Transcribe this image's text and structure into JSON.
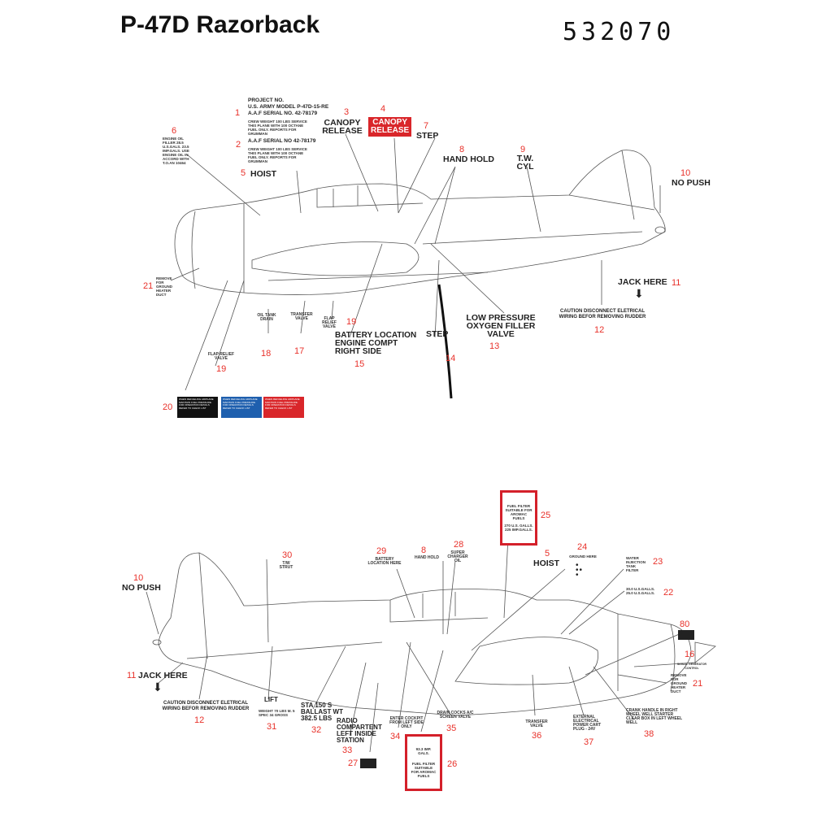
{
  "title": "P-47D Razorback",
  "code": "532070",
  "colors": {
    "accent_red": "#e8312a",
    "box_red": "#d4202a",
    "plate_black": "#111111",
    "plate_blue": "#1e5fae",
    "plate_red": "#d9262a"
  },
  "top_view": {
    "l1": {
      "num": "1",
      "line1": "PROJECT NO.",
      "line2": "U.S. ARMY MODEL P-47D-15-RE",
      "line3": "A.A.F SERIAL NO. 42-78179",
      "small": "CREW WEIGHT 100 LBS SERVICE THIS PLANE WITH 100 OCTANE FUEL ONLY. REPORTS FOR GRUMMAN"
    },
    "l2": {
      "num": "2",
      "line1": "A.A.F SERIAL NO  42-78179",
      "small": "CREW WEIGHT 100 LBS SERVICE THIS PLANE WITH 100 OCTANE FUEL ONLY. REPORTS FOR GRUMMAN"
    },
    "l3": {
      "num": "3",
      "text": "CANOPY RELEASE"
    },
    "l4": {
      "num": "4",
      "text": "CANOPY RELEASE"
    },
    "l5": {
      "num": "5",
      "text": "HOIST"
    },
    "l6": {
      "num": "6",
      "text": "ENGINE OIL FILLER 28.5 U.S.GALS. 23.5 IMP.GALS. USE ENGINE OIL IN ACCORD WITH T.O.AN 10464"
    },
    "l7": {
      "num": "7",
      "text": "STEP"
    },
    "l8": {
      "num": "8",
      "text": "HAND HOLD"
    },
    "l9": {
      "num": "9",
      "text": "T.W. CYL"
    },
    "l10": {
      "num": "10",
      "text": "NO PUSH"
    },
    "l11": {
      "num": "11",
      "text": "JACK HERE"
    },
    "l12": {
      "num": "12",
      "text": "CAUTION  DISCONNECT ELETRICAL WIRING BEFOR REMOVING RUDDER"
    },
    "l13": {
      "num": "13",
      "text": "LOW PRESSURE OXYGEN FILLER VALVE"
    },
    "l14": {
      "num": "14",
      "text": "STEP"
    },
    "l15": {
      "num": "15",
      "text": "BATTERY LOCATION ENGINE COMPT RIGHT SIDE"
    },
    "l17": {
      "num": "17",
      "text": "TRANSFER VALVE"
    },
    "l18": {
      "num": "18",
      "text": "OIL TANK DRAIN"
    },
    "l19a": {
      "num": "19",
      "text": "FLAP RELIEF VALVE"
    },
    "l19b": {
      "num": "19",
      "text": "FLAP RELIEF VALVE"
    },
    "l20": {
      "num": "20",
      "plate_text": "WHEN REFUELING AIRPLANE MAINTAIN FUEL PRESSURE. FOR OPERATION DETAILS REFER TO CHECK LIST"
    },
    "l21": {
      "num": "21",
      "text": "REMOVE FOR GROUND HEATER DUCT"
    }
  },
  "bottom_view": {
    "l5": {
      "num": "5",
      "text": "HOIST"
    },
    "l8": {
      "num": "8",
      "text": "HAND HOLD"
    },
    "l10": {
      "num": "10",
      "text": "NO PUSH"
    },
    "l11": {
      "num": "11",
      "text": "JACK HERE"
    },
    "l12": {
      "num": "12",
      "text": "CAUTION  DISCONNECT ELETRICAL WIRING BEFOR REMOVING RUDDER"
    },
    "l16": {
      "num": "16",
      "text": "SIGNAL GENERATOR CONTROL"
    },
    "l21": {
      "num": "21",
      "text": "REMOVE FOR GROUND HEATER DUCT"
    },
    "l22": {
      "num": "22",
      "text": "30.0 U.S.GALLS. 25.0 U.S.GALLS."
    },
    "l23": {
      "num": "23",
      "text": "WATER INJECTION TANK FILTER"
    },
    "l24": {
      "num": "24",
      "text": "GROUND HERE"
    },
    "l25": {
      "num": "25",
      "text1": "FUEL FILTER SUITABLE FOR AROMAC FUELS",
      "text2": "270 U.S. GALLS. 225 IMP.GALLS."
    },
    "l26": {
      "num": "26",
      "text1": "93.3 IMP. GALS.",
      "text2": "FUEL FILTER SUITABLE FOR AROMAC FUELS"
    },
    "l27": {
      "num": "27"
    },
    "l28": {
      "num": "28",
      "text": "SUPER CHARGER OIL"
    },
    "l29": {
      "num": "29",
      "text": "BATTERY LOCATION HERE"
    },
    "l30": {
      "num": "30",
      "text": "T/W STRUT"
    },
    "l31": {
      "num": "31",
      "text": "LIFT",
      "small": "WEIGHT 70 LBS M. 5 SPEC 34 GROSS"
    },
    "l32": {
      "num": "32",
      "text": "STA 150 S BALLAST WT 382.5 LBS"
    },
    "l33": {
      "num": "33",
      "text": "RADIO COMPARTENT LEFT INSIDE STATION"
    },
    "l34": {
      "num": "34",
      "text": "ENTER COCKPIT FROM LEFT SIDE ONLY"
    },
    "l35": {
      "num": "35",
      "text": "DRAIN COCKS A/C SCREEN VALVE"
    },
    "l36": {
      "num": "36",
      "text": "TRANSFER VALVE"
    },
    "l37": {
      "num": "37",
      "text": "EXTERNAL ELECTRICAL POWER CART PLUG - 24V"
    },
    "l38": {
      "num": "38",
      "text": "CRANK HANDLE IN RIGHT WHEEL WELL STARTER CLEAR BOX IN LEFT WHEEL WELL"
    },
    "l80": {
      "num": "80"
    }
  }
}
